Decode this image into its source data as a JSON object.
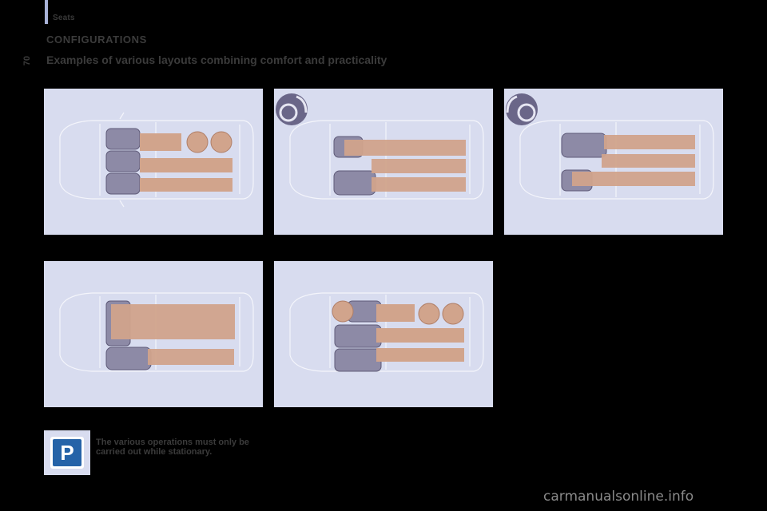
{
  "header": {
    "section_label": "Seats",
    "heading": "CONFIGURATIONS",
    "page_number": "70",
    "subheading": "Examples of various layouts combining comfort and practicality"
  },
  "colors": {
    "panel_bg": "#d8dcef",
    "cargo": "#d1a48c",
    "seat": "#8d8aa6",
    "car_outline": "#f4f5fb",
    "parking_blue": "#2563a8",
    "accent_bar": "#a9b3d8"
  },
  "figures": [
    {
      "id": "layout-1",
      "description": "Three-seat row with long cargo and two round loads",
      "has_steering_icon": false
    },
    {
      "id": "layout-2",
      "description": "Front passenger seat folded, long cargo, driver seat",
      "has_steering_icon": true,
      "steering_side": "left"
    },
    {
      "id": "layout-3",
      "description": "Driver seat folded, long cargo, rear-facing seat",
      "has_steering_icon": true,
      "steering_side": "right"
    },
    {
      "id": "layout-4",
      "description": "Seat row folded under wide cargo",
      "has_steering_icon": false
    },
    {
      "id": "layout-5",
      "description": "Three-seat row with round loads and long cargo",
      "has_steering_icon": false
    }
  ],
  "note": {
    "icon": "parking-icon",
    "icon_letter": "P",
    "text": "The various operations must only be carried out while stationary."
  },
  "watermark": "carmanualsonline.info"
}
